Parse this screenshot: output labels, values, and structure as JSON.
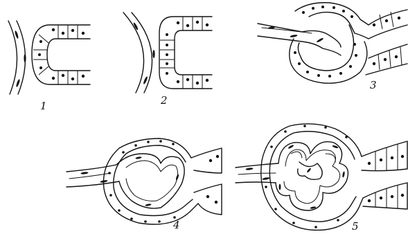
{
  "stages": [
    {
      "id": "1",
      "label": "1"
    },
    {
      "id": "2",
      "label": "2"
    },
    {
      "id": "3",
      "label": "3"
    },
    {
      "id": "4",
      "label": "4"
    },
    {
      "id": "5",
      "label": "5"
    }
  ],
  "colors": {
    "ink": "#111111",
    "paper": "#ffffff"
  }
}
